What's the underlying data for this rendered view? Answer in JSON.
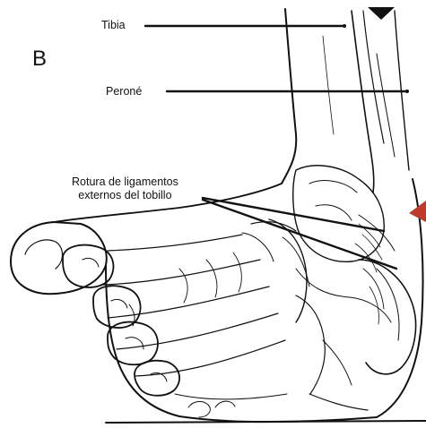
{
  "panel_letter": "B",
  "labels": {
    "tibia": "Tibia",
    "perone": "Peroné",
    "rotura_line1": "Rotura de ligamentos",
    "rotura_line2": "externos del tobillo"
  },
  "colors": {
    "ink": "#111111",
    "accent_arrow": "#c0392b",
    "background": "#ffffff"
  }
}
